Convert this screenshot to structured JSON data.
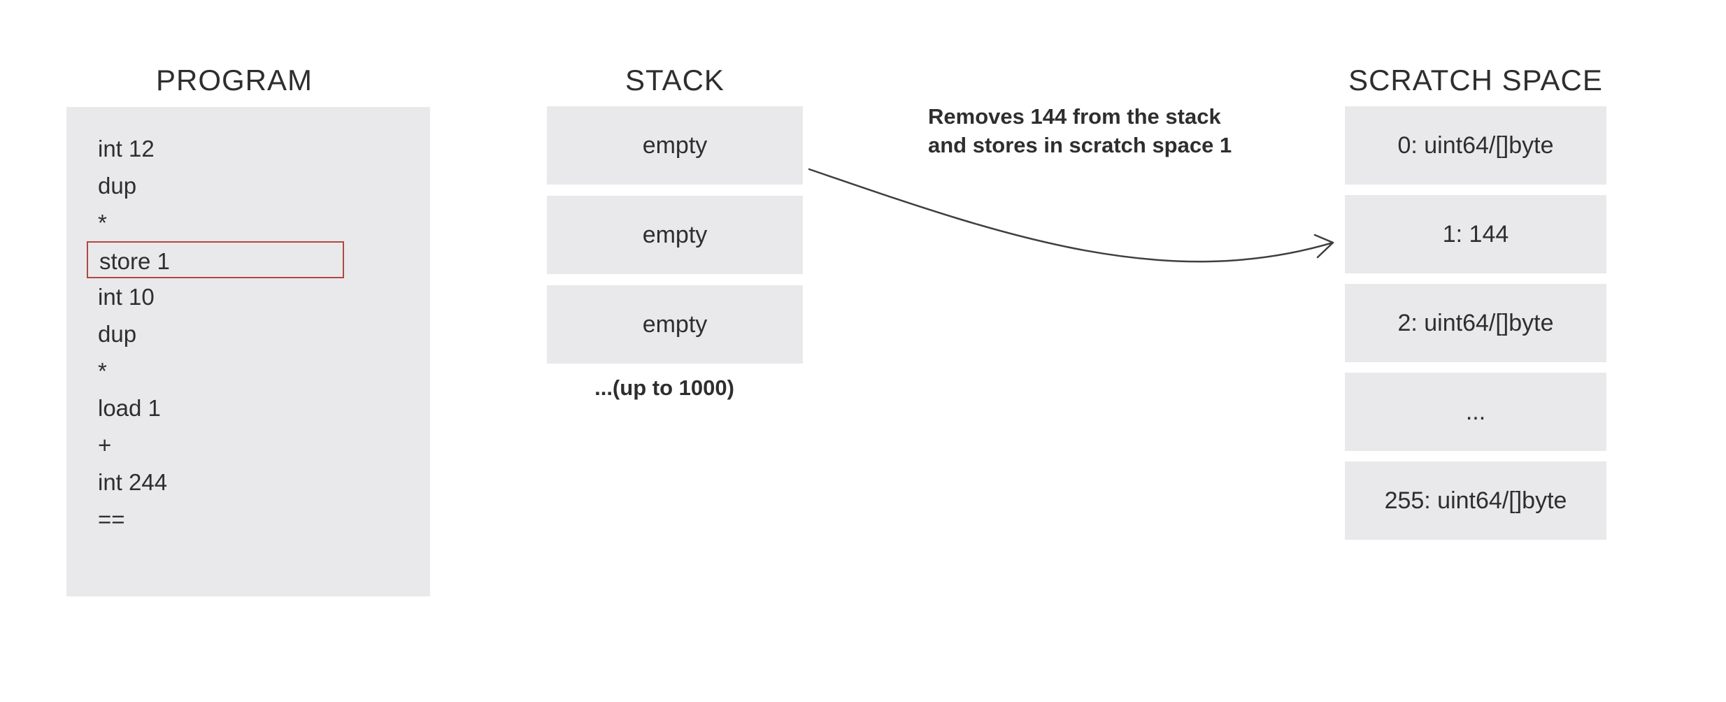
{
  "program": {
    "title": "PROGRAM",
    "lines": [
      {
        "text": "int 12",
        "highlighted": false
      },
      {
        "text": "dup",
        "highlighted": false
      },
      {
        "text": "*",
        "highlighted": false
      },
      {
        "text": "store 1",
        "highlighted": true
      },
      {
        "text": "int 10",
        "highlighted": false
      },
      {
        "text": "dup",
        "highlighted": false
      },
      {
        "text": "*",
        "highlighted": false
      },
      {
        "text": "load 1",
        "highlighted": false
      },
      {
        "text": "+",
        "highlighted": false
      },
      {
        "text": "int 244",
        "highlighted": false
      },
      {
        "text": "==",
        "highlighted": false
      }
    ]
  },
  "stack": {
    "title": "STACK",
    "slots": [
      "empty",
      "empty",
      "empty"
    ],
    "caption": "...(up to 1000)"
  },
  "scratch_space": {
    "title": "SCRATCH SPACE",
    "slots": [
      "0: uint64/[]byte",
      "1: 144",
      "2: uint64/[]byte",
      "...",
      "255: uint64/[]byte"
    ]
  },
  "annotation": {
    "line1": "Removes 144 from the stack",
    "line2": "and stores in scratch space 1"
  },
  "colors": {
    "page_bg": "#ffffff",
    "panel_bg": "#e9e9eb",
    "text": "#2e2e2e",
    "highlight_border": "#b04742",
    "arrow": "#3f3f3f"
  }
}
